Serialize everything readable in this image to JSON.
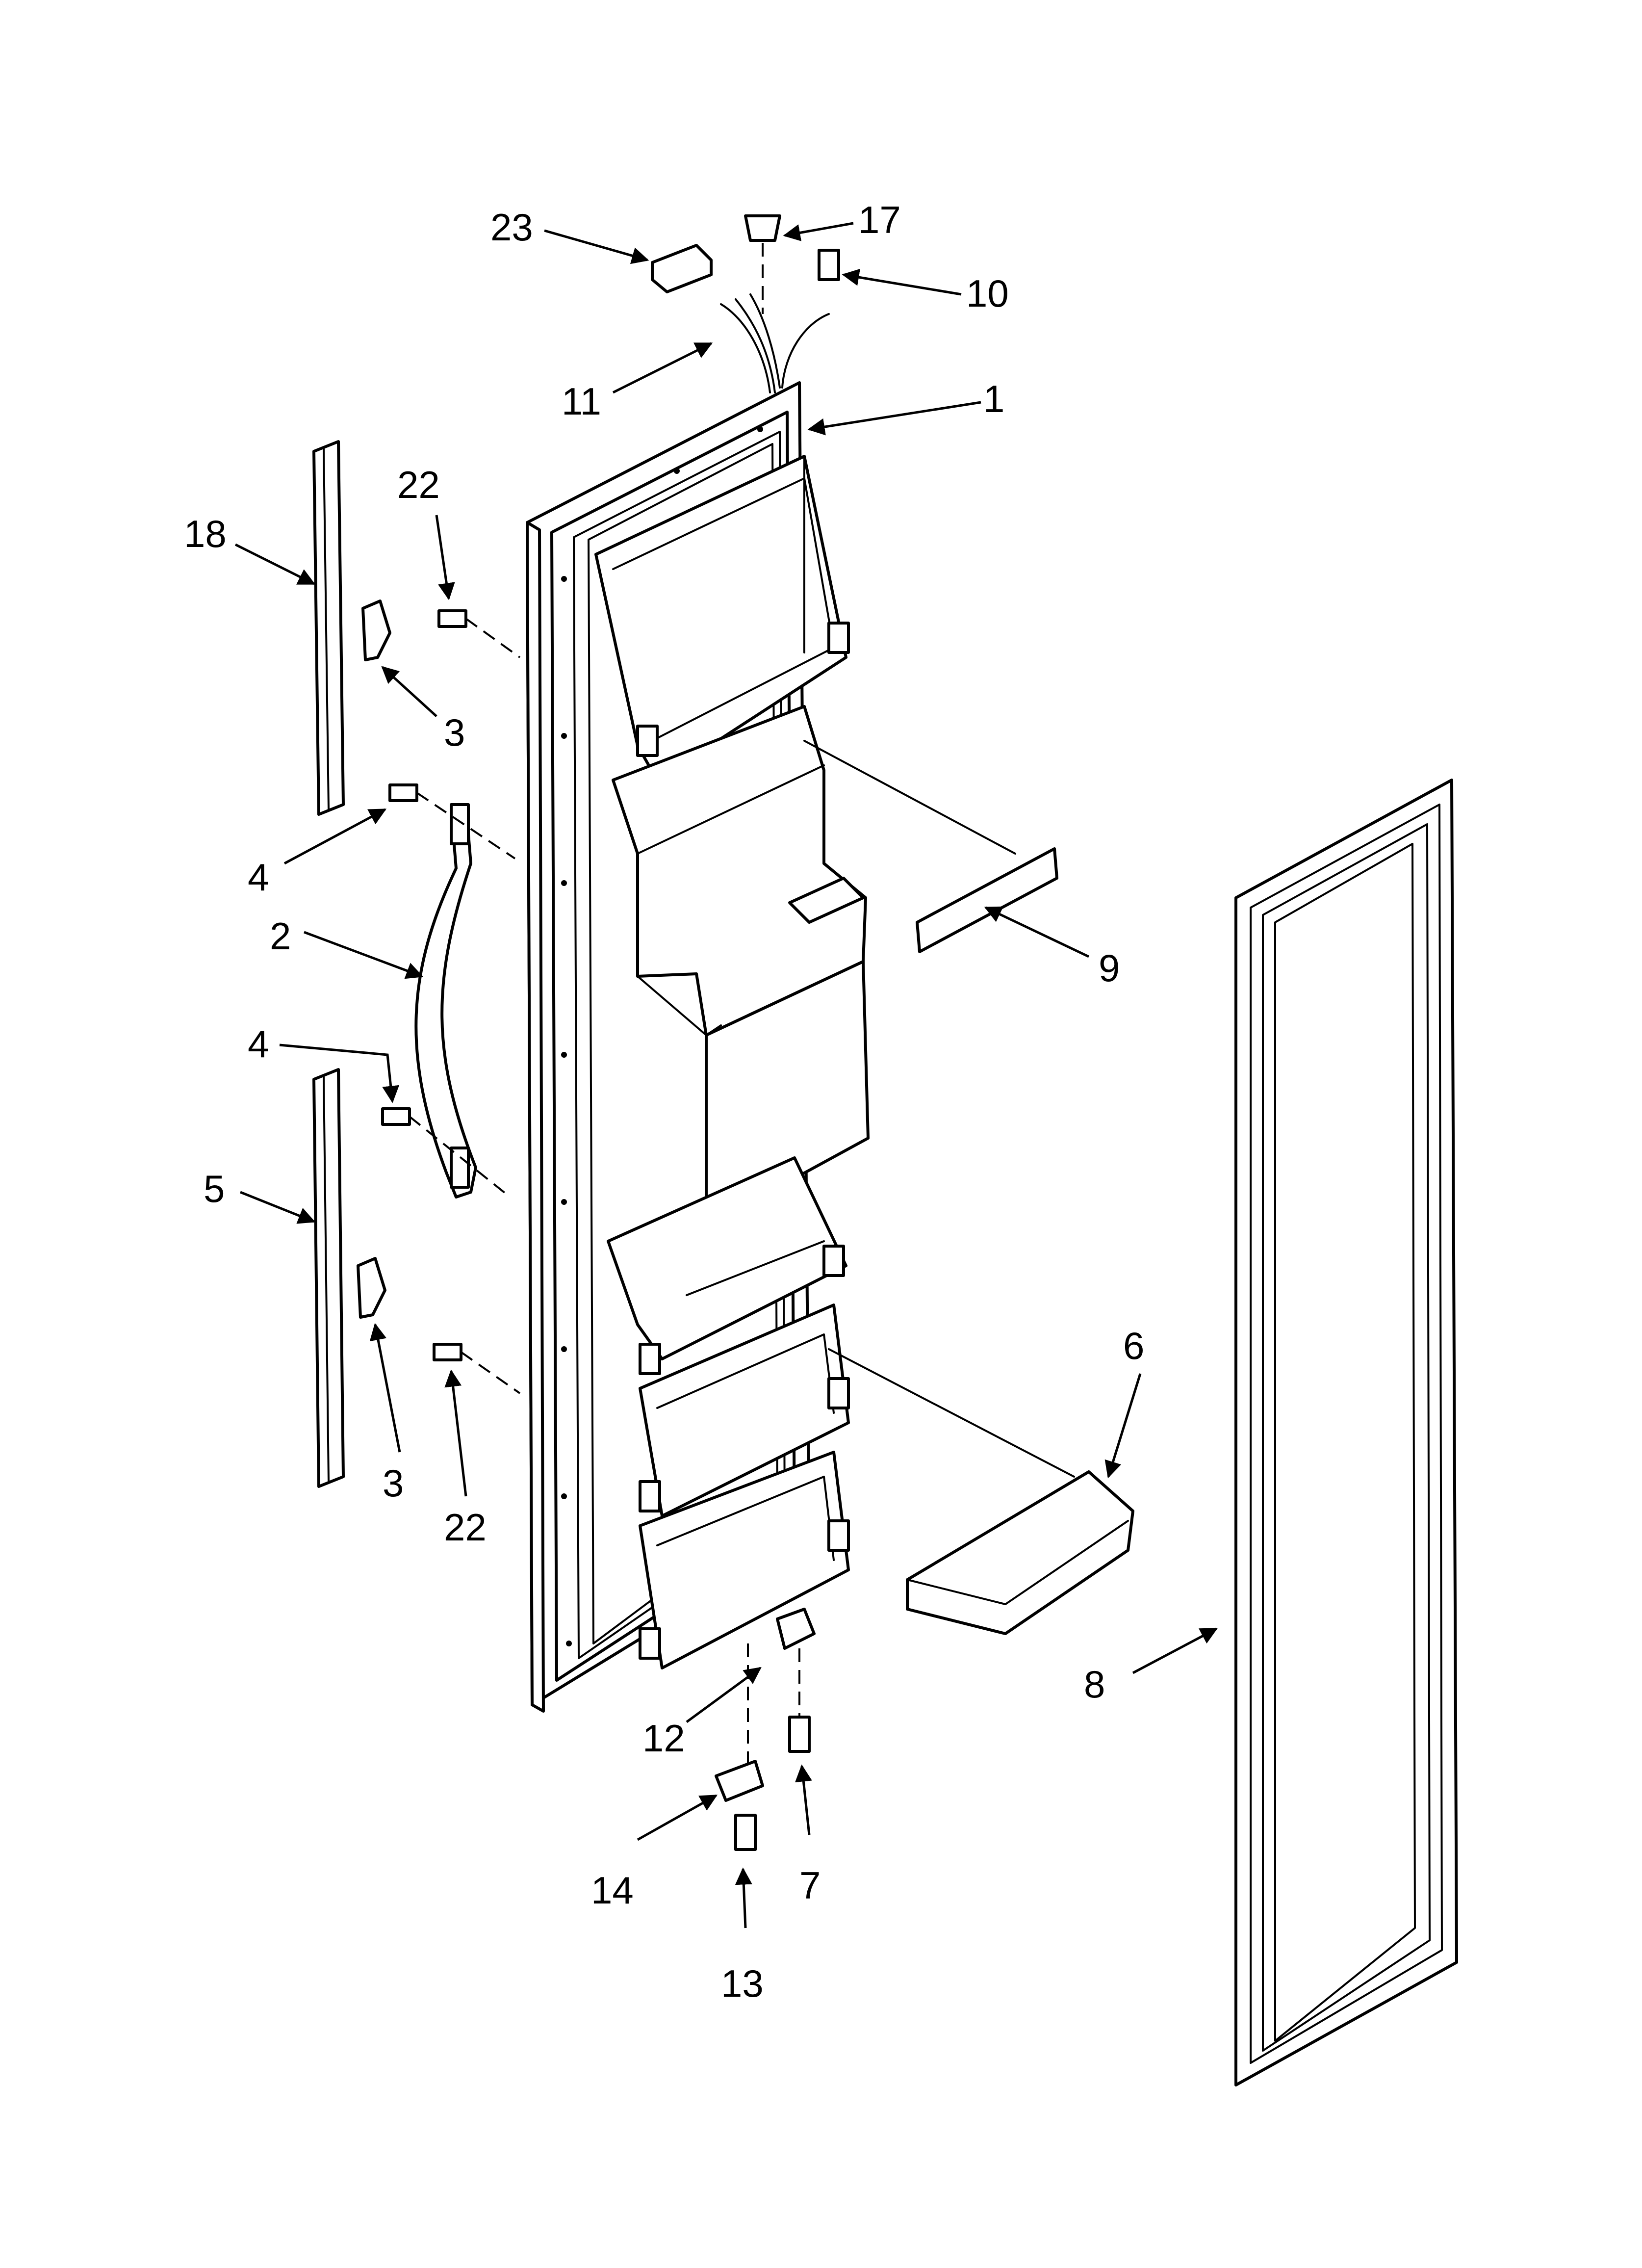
{
  "diagram": {
    "callouts": [
      {
        "label": "23"
      },
      {
        "label": "17"
      },
      {
        "label": "10"
      },
      {
        "label": "11"
      },
      {
        "label": "1"
      },
      {
        "label": "18"
      },
      {
        "label": "22"
      },
      {
        "label": "3"
      },
      {
        "label": "4"
      },
      {
        "label": "2"
      },
      {
        "label": "4"
      },
      {
        "label": "5"
      },
      {
        "label": "3"
      },
      {
        "label": "22"
      },
      {
        "label": "9"
      },
      {
        "label": "6"
      },
      {
        "label": "8"
      },
      {
        "label": "12"
      },
      {
        "label": "14"
      },
      {
        "label": "7"
      },
      {
        "label": "13"
      }
    ]
  }
}
